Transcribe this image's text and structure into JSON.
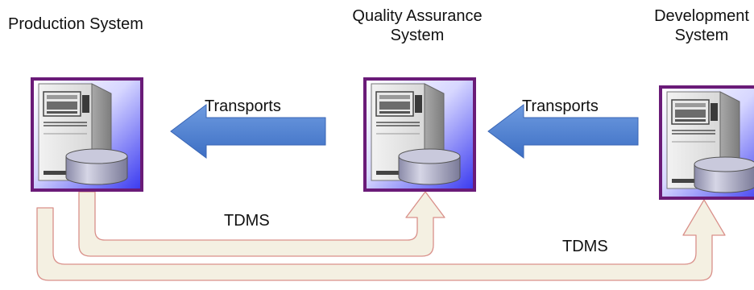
{
  "systems": {
    "production": {
      "title": "Production System"
    },
    "quality_assurance": {
      "title_line1": "Quality Assurance",
      "title_line2": "System"
    },
    "development": {
      "title_line1": "Development",
      "title_line2": "System"
    }
  },
  "arrows": {
    "transport_qa_to_prod": {
      "label": "Transports"
    },
    "transport_dev_to_qa": {
      "label": "Transports"
    },
    "tdms_prod_to_qa": {
      "label": "TDMS"
    },
    "tdms_prod_to_dev": {
      "label": "TDMS"
    }
  },
  "colors": {
    "server_frame": "#6a1b78",
    "server_bg_light": "#ffffff",
    "server_bg_dark": "#4d4dff",
    "transport_arrow": "#4a7ccf",
    "tdms_fill": "#f4f0e2",
    "tdms_stroke": "#d9908a"
  },
  "icons": {
    "server": "server-computer-icon",
    "database": "database-cylinder-icon"
  }
}
